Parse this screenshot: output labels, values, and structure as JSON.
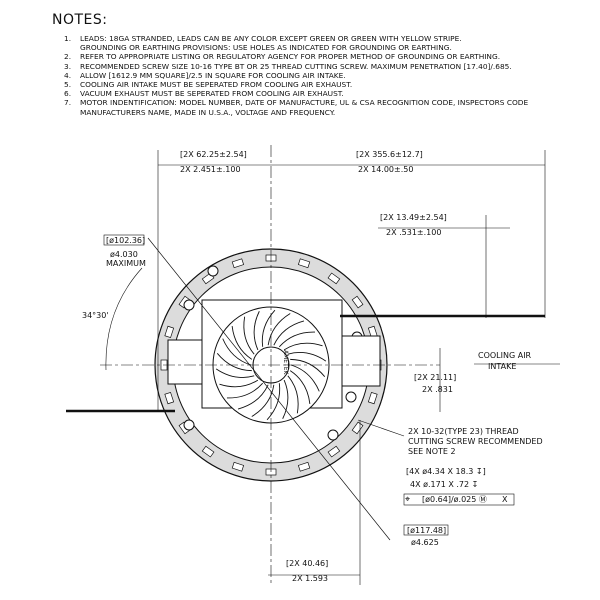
{
  "notes": {
    "title": "NOTES:",
    "items": [
      {
        "num": "1.",
        "lines": [
          "LEADS: 18GA STRANDED, LEADS CAN BE ANY COLOR EXCEPT GREEN OR GREEN WITH YELLOW STRIPE.",
          "GROUNDING OR EARTHING PROVISIONS: USE HOLES AS INDICATED FOR GROUNDING OR EARTHING."
        ]
      },
      {
        "num": "2.",
        "lines": [
          "REFER TO APPROPRIATE LISTING OR REGULATORY AGENCY FOR PROPER METHOD OF GROUNDING OR EARTHING."
        ]
      },
      {
        "num": "3.",
        "lines": [
          "RECOMMENDED SCREW SIZE 10-16 TYPE BT OR 25 THREAD CUTTING SCREW. MAXIMUM PENETRATION [17.40]/.685."
        ]
      },
      {
        "num": "4.",
        "lines": [
          "ALLOW [1612.9 MM SQUARE]/2.5 IN SQUARE FOR COOLING AIR INTAKE."
        ]
      },
      {
        "num": "5.",
        "lines": [
          "COOLING AIR INTAKE MUST BE SEPERATED FROM COOLING AIR EXHAUST."
        ]
      },
      {
        "num": "6.",
        "lines": [
          "VACUUM EXHAUST MUST BE SEPERATED FROM COOLING AIR EXHAUST."
        ]
      },
      {
        "num": "7.",
        "lines": [
          "MOTOR INDENTIFICATION: MODEL NUMBER, DATE OF MANUFACTURE, UL & CSA RECOGNITION CODE, INSPECTORS CODE",
          "MANUFACTURERS NAME, MADE IN U.S.A., VOLTAGE AND FREQUENCY."
        ]
      }
    ]
  },
  "dims": {
    "d1_mm": "[2X 62.25±2.54]",
    "d1_in": "2X 2.451±.100",
    "d2_mm": "[2X 355.6±12.7]",
    "d2_in": "2X 14.00±.50",
    "d3_mm": "[2X 13.49±2.54]",
    "d3_in": "2X .531±.100",
    "dia_mm": "[ø102.36]",
    "dia_in": "ø4.030",
    "dia_note": "MAXIMUM",
    "angle": "34°30'",
    "cooling_1": "COOLING AIR",
    "cooling_2": "INTAKE",
    "d4_mm": "[2X 21.11]",
    "d4_in": "2X .831",
    "screw_1": "2X 10-32(TYPE 23) THREAD",
    "screw_2": "CUTTING SCREW RECOMMENDED",
    "screw_3": "SEE NOTE 2",
    "holes_mm": "[4X ø4.34 X 18.3 ↧]",
    "holes_in": "4X ø.171 X .72 ↧",
    "fcf_pos": "⌖",
    "fcf_tol": "[ø0.64]/ø.025 Ⓜ",
    "fcf_datum": "X",
    "dia2_mm": "[ø117.48]",
    "dia2_in": "ø4.625",
    "d5_mm": "[2X 40.46]",
    "d5_in": "2X 1.593",
    "label": "AMETEK"
  }
}
